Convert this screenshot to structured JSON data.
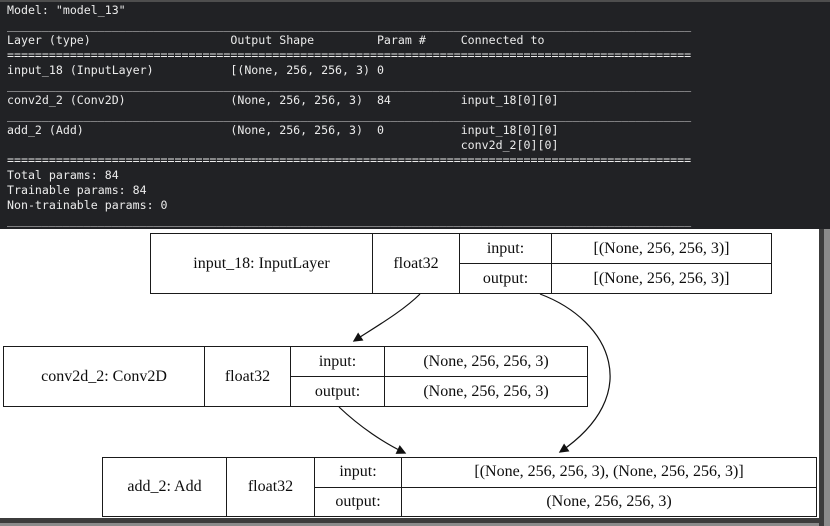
{
  "colors": {
    "terminal_bg": "#212225",
    "terminal_text": "#ececec",
    "terminal_top_strip": "#4e4e4e",
    "diagram_bg": "#ffffff",
    "frame_dark": "#3c3c3c",
    "frame_gray": "#8b8b8b",
    "diagram_line": "#1a1a1a"
  },
  "terminal": {
    "model_line": "Model: \"model_13\"",
    "line_length": 98,
    "col_starts": [
      0,
      32,
      53,
      65
    ],
    "separator_single": "_",
    "separator_double": "=",
    "columns": [
      "Layer (type)",
      "Output Shape",
      "Param #",
      "Connected to"
    ],
    "rows": [
      {
        "layer": "input_18 (InputLayer)",
        "output_shape": "[(None, 256, 256, 3)",
        "params": "0",
        "connected": [
          ""
        ]
      },
      {
        "layer": "conv2d_2 (Conv2D)",
        "output_shape": "(None, 256, 256, 3)",
        "params": "84",
        "connected": [
          "input_18[0][0]"
        ]
      },
      {
        "layer": "add_2 (Add)",
        "output_shape": "(None, 256, 256, 3)",
        "params": "0",
        "connected": [
          "input_18[0][0]",
          "conv2d_2[0][0]"
        ]
      }
    ],
    "summary": [
      "Total params: 84",
      "Trainable params: 84",
      "Non-trainable params: 0"
    ]
  },
  "diagram": {
    "io_labels": {
      "input": "input:",
      "output": "output:"
    },
    "nodes": [
      {
        "title": "input_18: InputLayer",
        "dtype": "float32",
        "input_value": "[(None, 256, 256, 3)]",
        "output_value": "[(None, 256, 256, 3)]"
      },
      {
        "title": "conv2d_2: Conv2D",
        "dtype": "float32",
        "input_value": "(None, 256, 256, 3)",
        "output_value": "(None, 256, 256, 3)"
      },
      {
        "title": "add_2: Add",
        "dtype": "float32",
        "input_value": "[(None, 256, 256, 3), (None, 256, 256, 3)]",
        "output_value": "(None, 256, 256, 3)"
      }
    ],
    "edges": [
      {
        "from": "input_18",
        "to": "conv2d_2"
      },
      {
        "from": "conv2d_2",
        "to": "add_2"
      },
      {
        "from": "input_18",
        "to": "add_2"
      }
    ]
  }
}
